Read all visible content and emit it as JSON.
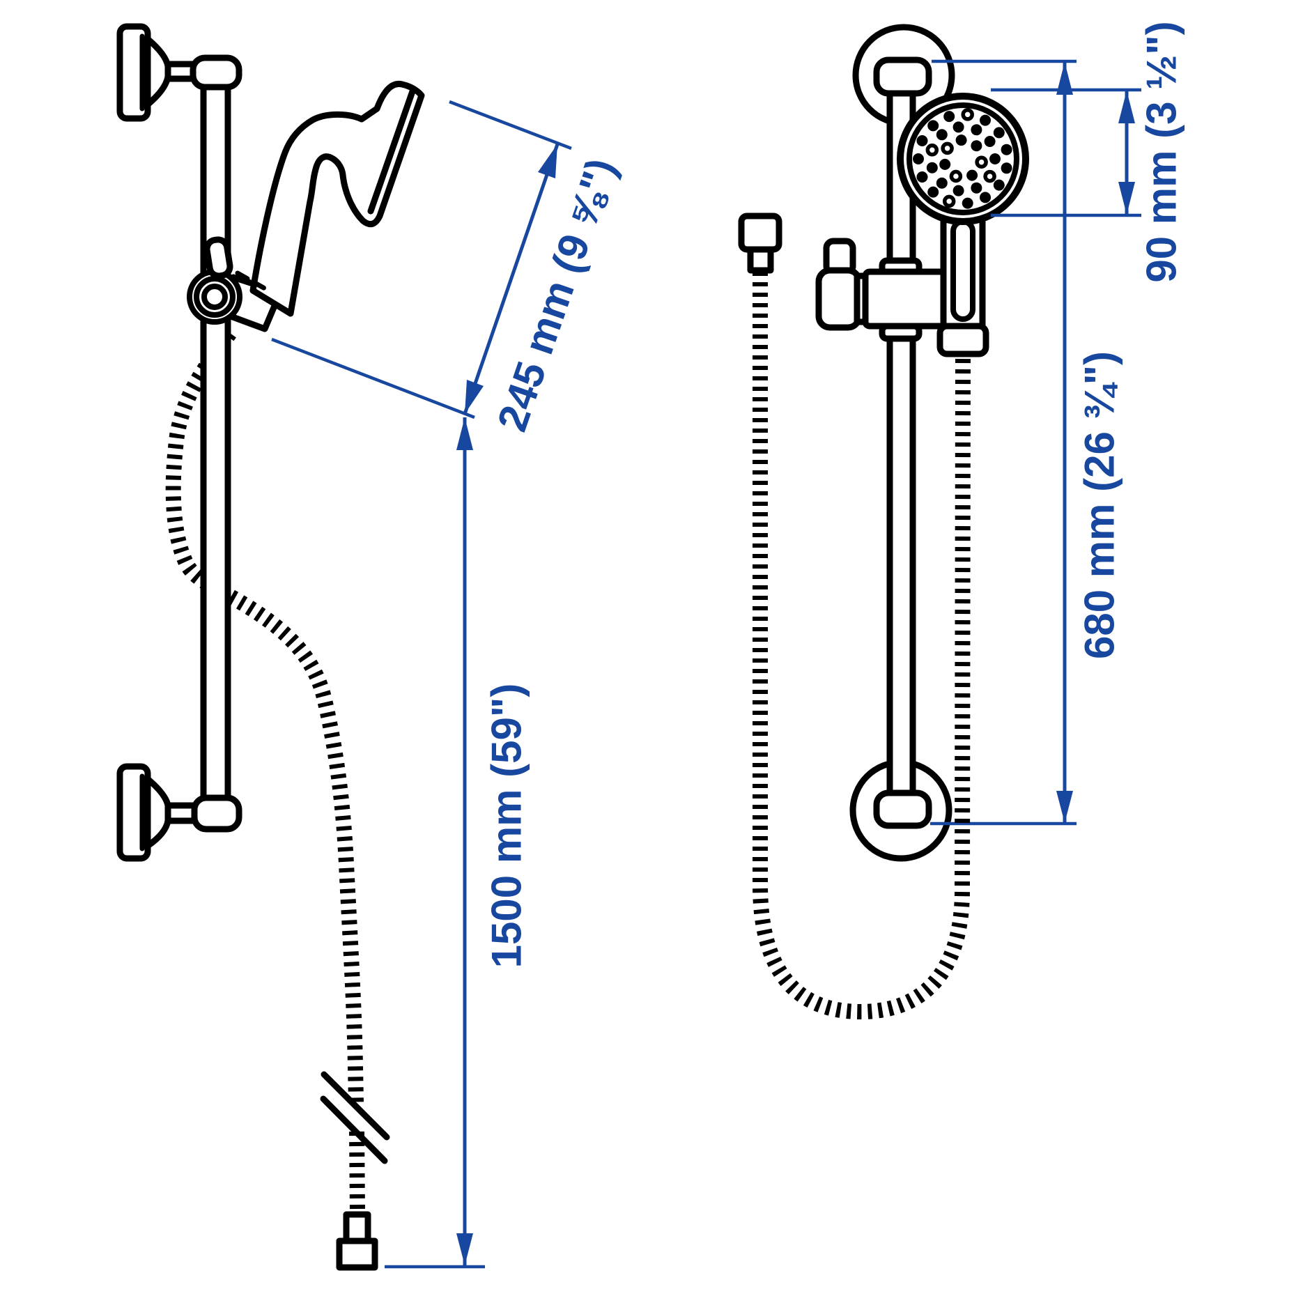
{
  "diagram": {
    "background": "#ffffff",
    "line_color": "#000000",
    "dimension_color": "#17479e",
    "views": {
      "side": {
        "hand_shower_length": "245 mm (9 ⅝\")",
        "hose_length": "1500 mm (59\")"
      },
      "front": {
        "head_diameter": "90 mm (3 ½\")",
        "rail_length": "680 mm (26 ¾\")"
      }
    }
  }
}
